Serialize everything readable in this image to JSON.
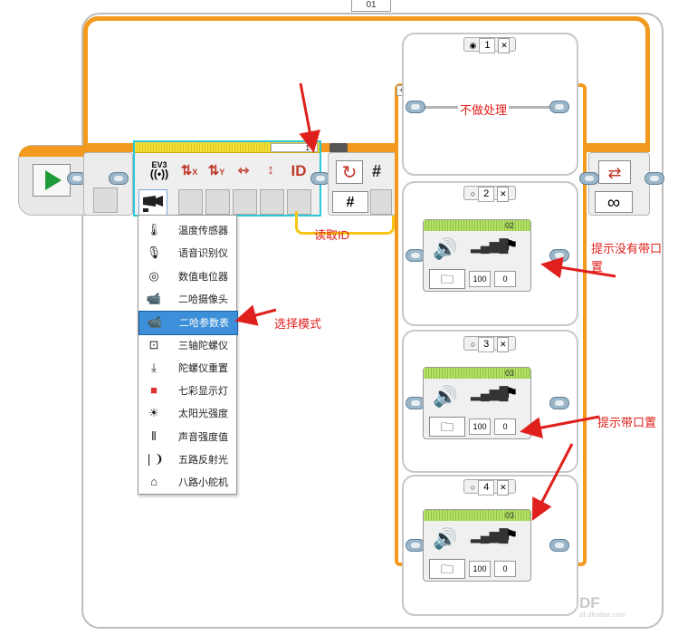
{
  "loop": {
    "tab_label": "01",
    "count_symbol": "∞"
  },
  "start": {
    "icon": "play-triangle-icon"
  },
  "sensor_block": {
    "number": "1",
    "icons": [
      "ev3-sensor-icon",
      "x-rotate-icon",
      "y-rotate-icon",
      "horizontal-arrows-icon",
      "vertical-arrows-icon",
      "id-icon"
    ],
    "id_label": "ID",
    "ev3_label": "EV3"
  },
  "switch_block": {
    "hash": "#"
  },
  "menu": {
    "items": [
      {
        "label": "温度传感器",
        "icon": "thermometer-icon"
      },
      {
        "label": "语音识别仪",
        "icon": "microphone-icon"
      },
      {
        "label": "数值电位器",
        "icon": "potentiometer-icon"
      },
      {
        "label": "二哈摄像头",
        "icon": "camera-icon"
      },
      {
        "label": "二哈参数表",
        "icon": "camera-icon",
        "selected": true
      },
      {
        "label": "三轴陀螺仪",
        "icon": "gyro-icon"
      },
      {
        "label": "陀螺仪重置",
        "icon": "reset-icon"
      },
      {
        "label": "七彩显示灯",
        "icon": "rgb-light-icon"
      },
      {
        "label": "太阳光强度",
        "icon": "sun-icon"
      },
      {
        "label": "声音强度值",
        "icon": "sound-level-icon"
      },
      {
        "label": "五路反射光",
        "icon": "reflect-icon"
      },
      {
        "label": "八路小舵机",
        "icon": "servo-icon"
      }
    ]
  },
  "cases": [
    {
      "number": "1",
      "default": true,
      "content": "不做处理"
    },
    {
      "number": "2",
      "sound": {
        "header": "02",
        "volume": "100",
        "mode": "0"
      }
    },
    {
      "number": "3",
      "sound": {
        "header": "03",
        "volume": "100",
        "mode": "0"
      }
    },
    {
      "number": "4",
      "sound": {
        "header": "03",
        "volume": "100",
        "mode": "0"
      }
    }
  ],
  "annotations": {
    "read_id": "读取ID",
    "select_mode": "选择模式",
    "hint_no_port": "提示没有带口",
    "hint_no_port_line2": "置",
    "hint_with_port": "提示带口置"
  },
  "colors": {
    "accent": "#f39a1e",
    "annotation": "#e0201c",
    "selected": "#3c8fd8"
  },
  "watermark": {
    "text": "DF",
    "sub": "df.dfrobot.com"
  }
}
